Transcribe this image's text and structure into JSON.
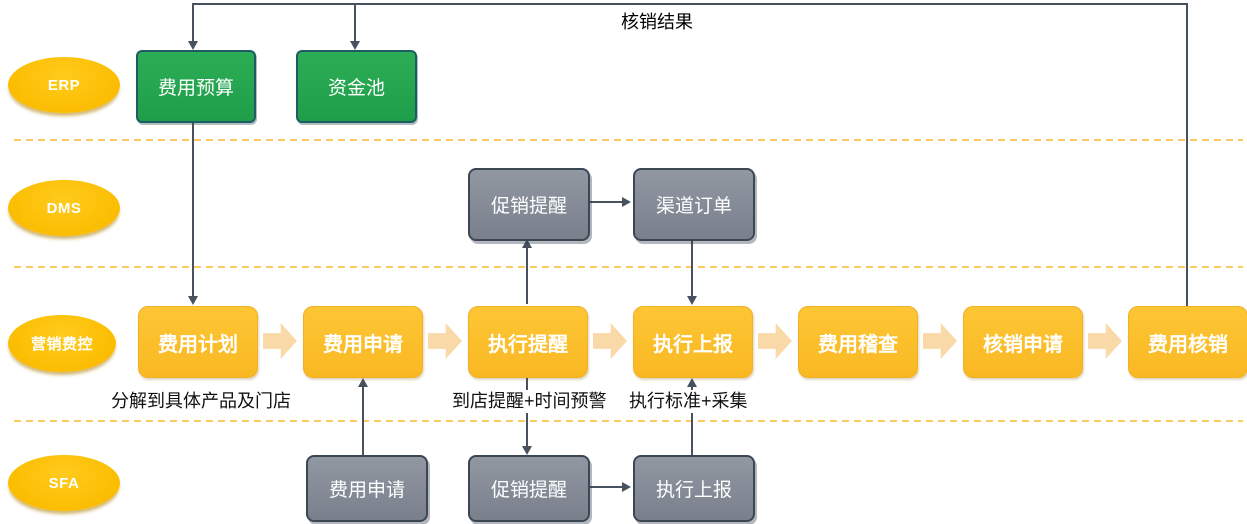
{
  "labels": {
    "writeoff_result": "核销结果"
  },
  "lanes": [
    {
      "id": "erp",
      "label": "ERP",
      "nodes": [
        {
          "label": "费用预算"
        },
        {
          "label": "资金池"
        }
      ]
    },
    {
      "id": "dms",
      "label": "DMS",
      "nodes": [
        {
          "label": "促销提醒"
        },
        {
          "label": "渠道订单"
        }
      ]
    },
    {
      "id": "marketing-expense-control",
      "label": "营销费控",
      "nodes": [
        {
          "label": "费用计划"
        },
        {
          "label": "费用申请"
        },
        {
          "label": "执行提醒"
        },
        {
          "label": "执行上报"
        },
        {
          "label": "费用稽查"
        },
        {
          "label": "核销申请"
        },
        {
          "label": "费用核销"
        }
      ],
      "annotations": [
        {
          "text": "分解到具体产品及门店"
        },
        {
          "text": "到店提醒+时间预警"
        },
        {
          "text": "执行标准+采集"
        }
      ]
    },
    {
      "id": "sfa",
      "label": "SFA",
      "nodes": [
        {
          "label": "费用申请"
        },
        {
          "label": "促销提醒"
        },
        {
          "label": "执行上报"
        }
      ]
    }
  ],
  "colors": {
    "lane_badge": "#FFC000",
    "erp_node": "#22A84D",
    "system_node": "#828893",
    "process_node": "#FBBE2C",
    "flow_chevron": "#FAD9A8",
    "connector": "#47525E",
    "lane_divider": "#FBCB62",
    "node_text": "#FFFFFF",
    "annotation_text": "#111111"
  }
}
